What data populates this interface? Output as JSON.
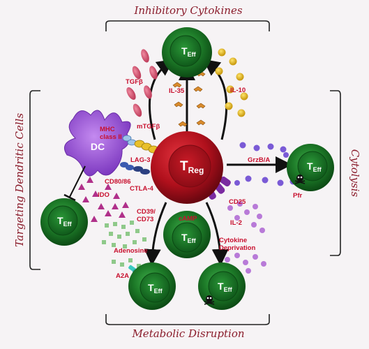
{
  "headings": {
    "top": "Inhibitory Cytokines",
    "left": "Targeting Dendritic Cells",
    "right": "Cytolysis",
    "bottom": "Metabolic Disruption"
  },
  "center_cell": {
    "main": "T",
    "sub": "Reg"
  },
  "dc_cell": {
    "label": "DC"
  },
  "effector": {
    "main": "T",
    "sub": "Eff"
  },
  "labels": {
    "tgfb": "TGFβ",
    "il35": "IL-35",
    "il10": "IL-10",
    "mtgfb": "mTGFβ",
    "mhc": "MHC",
    "class2": "class II",
    "lag3": "LAG-3",
    "cd8086": "CD80/86",
    "ctla4": "CTLA-4",
    "ido": "IDO",
    "grzb": "GrzB/A",
    "pfr": "Pfr",
    "cd25": "CD25",
    "il2": "IL-2",
    "cyto1": "Cytokine",
    "cyto2": "Deprivation",
    "cd39": "CD39/",
    "cd73": "CD73",
    "camp": "cAMP",
    "adenosine": "Adenosine",
    "a2a": "A2A"
  },
  "colors": {
    "heading": "#8a1c2b",
    "label": "#c8102e",
    "treg": "#c0101e",
    "teff": "#1f7a2a",
    "dc": "#9b55d6",
    "tgfb": "#d9607a",
    "il35": "#d98b2b",
    "il10": "#e0b820",
    "granzyme": "#7a5ad6",
    "ido": "#b0308a",
    "adenosine": "#8fc98a",
    "il2": "#b87ad8"
  }
}
